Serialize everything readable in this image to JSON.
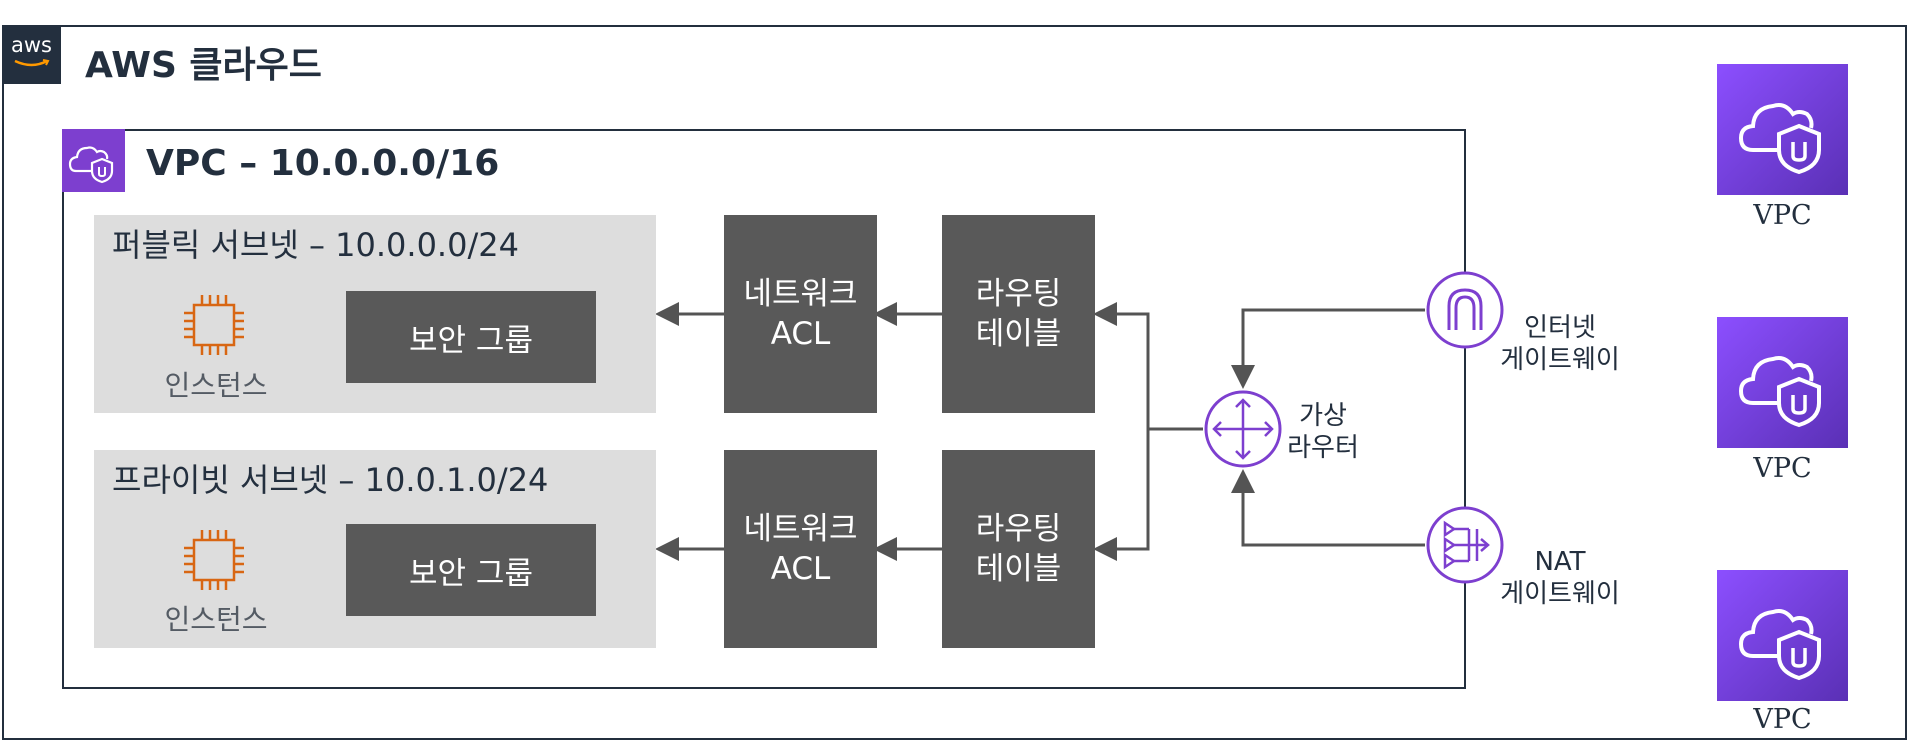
{
  "cloud": {
    "logo_text": "aws",
    "title": "AWS 클라우드"
  },
  "vpc": {
    "title": "VPC – 10.0.0.0/16"
  },
  "public_subnet": {
    "title": "퍼블릭 서브넷 – 10.0.0.0/24",
    "instance_label": "인스턴스",
    "security_group": "보안 그룹",
    "nacl": [
      "네트워크",
      "ACL"
    ],
    "route_table": [
      "라우팅",
      "테이블"
    ]
  },
  "private_subnet": {
    "title": "프라이빗 서브넷 – 10.0.1.0/24",
    "instance_label": "인스턴스",
    "security_group": "보안 그룹",
    "nacl": [
      "네트워크",
      "ACL"
    ],
    "route_table": [
      "라우팅",
      "테이블"
    ]
  },
  "router": {
    "label": [
      "가상",
      "라우터"
    ]
  },
  "internet_gateway": {
    "label": [
      "인터넷",
      "게이트웨이"
    ]
  },
  "nat_gateway": {
    "label": [
      "NAT",
      "게이트웨이"
    ]
  },
  "other_vpcs": [
    {
      "label": "VPC"
    },
    {
      "label": "VPC"
    },
    {
      "label": "VPC"
    }
  ],
  "colors": {
    "purple": "#7d3fcf",
    "dark_box": "#595959",
    "subnet_bg": "#dddddd",
    "instance_orange": "#d86613",
    "line": "#545454"
  }
}
